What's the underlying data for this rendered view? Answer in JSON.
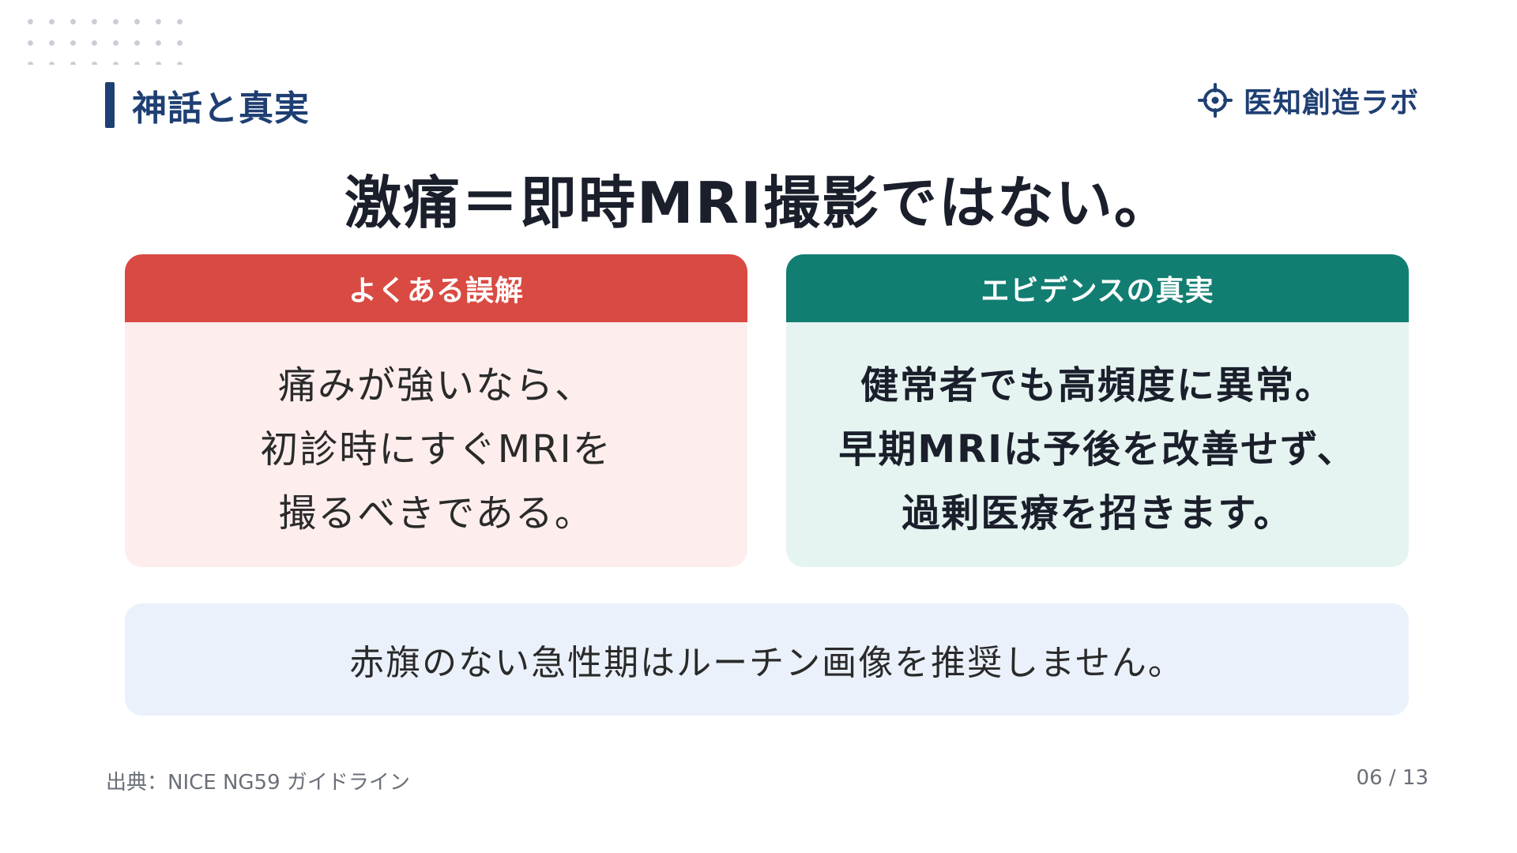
{
  "section": {
    "title": "神話と真実"
  },
  "brand": {
    "name": "医知創造ラボ",
    "icon": "crosshair-icon"
  },
  "headline": "激痛＝即時MRI撮影ではない。",
  "myth": {
    "header": "よくある誤解",
    "lines": [
      "痛みが強いなら、",
      "初診時にすぐMRIを",
      "撮るべきである。"
    ]
  },
  "truth": {
    "header": "エビデンスの真実",
    "lines": [
      "健常者でも高頻度に異常。",
      "早期MRIは予後を改善せず、",
      "過剰医療を招きます。"
    ]
  },
  "banner": {
    "text": "赤旗のない急性期はルーチン画像を推奨しません。"
  },
  "footer": {
    "source": "出典：NICE NG59 ガイドライン",
    "page": "06 / 13"
  },
  "colors": {
    "navy": "#1f3f73",
    "myth_red": "#d94a42",
    "myth_bg": "#fdeeed",
    "truth_teal": "#127e72",
    "truth_bg": "#e6f4f1",
    "banner_bg": "#ebf1fb"
  }
}
